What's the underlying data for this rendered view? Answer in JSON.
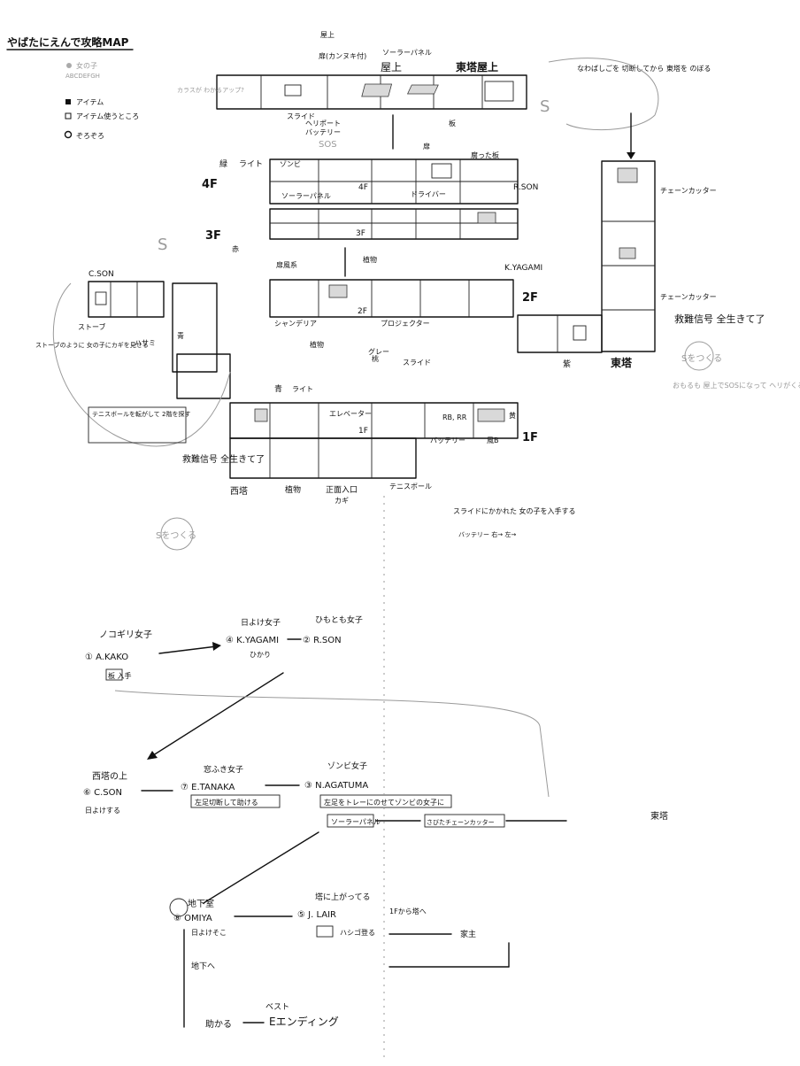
{
  "title": "やばたにえんで攻略MAP",
  "legend": {
    "girl": "女の子",
    "letters": "ABCDEFGH",
    "item": "アイテム",
    "item_place": "アイテム使うところ",
    "zombie": "ぞろぞろ"
  },
  "floors": {
    "rooftop": "屋上",
    "east_rooftop": "東塔屋上",
    "f4": "4F",
    "f3": "3F",
    "f2": "2F",
    "f1": "1F",
    "west_tower": "西塔",
    "east_tower": "東塔",
    "plants": "植物",
    "front_entrance": "正面入口"
  },
  "map_labels": {
    "roof_door": "扉(カンヌキ付)",
    "solar_panel": "ソーラーパネル",
    "heliport": "ヘリポート",
    "battery": "バッテリー",
    "sos": "SOS",
    "slide": "スライド",
    "board": "板",
    "rotten_board": "腐った板",
    "door": "扉",
    "light": "ライト",
    "zombie_room": "ゾンビ",
    "driver": "ドライバー",
    "key": "カギ",
    "projector": "プロジェクター",
    "chandelier": "シャンデリア",
    "elevator": "エレベーター",
    "chain_cutter": "チェーンカッター",
    "rescue": "救難信号 全生きて了",
    "s_left": "S",
    "s_right": "S",
    "tennis_ball": "テニスボール",
    "r_son": "R.SON",
    "k_yagami": "K.YAGAMI",
    "c_son": "C.SON",
    "stove": "ストーブ",
    "scissors": "ハサミ",
    "partition": "扉風系",
    "rb": "RB, RR",
    "wind_b": "風B",
    "green": "緑",
    "blue": "青",
    "red": "赤",
    "yellow": "黄",
    "purple": "紫",
    "gray": "グレー",
    "pink": "桃",
    "s_go": "Sをつくる",
    "s_go_east": "Sをつくる",
    "east_note": "おもるも 屋上でSOSになって ヘリがくる",
    "rescue_sub": "救難信号 全生きて了",
    "note_stove": "ストーブのように 女の子にカギを見せる",
    "note_tennis": "テニスボールを転がして 2階を探す",
    "note_slide": "スライドにかかれた 女の子を入手する",
    "note_battery": "バッテリー 右→ 左→",
    "note_left_top": "カラスが わかるアップ?",
    "note_roof_right": "なわばしごを 切断してから 東塔を のぼる"
  },
  "flow": {
    "group_left": "ノコギリ女子",
    "a_kako": "① A.KAKO",
    "a_item": "板 入手",
    "group_mid_top": "日よけ女子",
    "k_yagami": "④ K.YAGAMI",
    "r_son": "② R.SON",
    "group_mid_top2": "ひもとも女子",
    "hikari": "ひかり",
    "west_top": "西塔の上",
    "c_son": "⑥ C.SON",
    "c_son_notes": "日よけする",
    "group_tanaka": "窓ふき女子",
    "e_tanaka": "⑦ E.TANAKA",
    "tanaka_note": "左足切断して助ける",
    "group_agatuma": "ゾンビ女子",
    "n_agatuma": "③ N.AGATUMA",
    "agatuma_note": "左足をトレーにのせてゾンビの女子に",
    "solar": "ソーラーパネル",
    "chain": "さびたチェーンカッター",
    "east_tower": "東塔",
    "basement": "地下室",
    "omiya": "⑧ OMIYA",
    "omiya_note": "日よけそこ",
    "basement_next": "地下へ",
    "group_tower": "塔に上がってる",
    "j_lair": "⑤ J. LAIR",
    "lair_note": "ハシゴ登る",
    "lair_next": "1Fから塔へ",
    "house_lord": "家主",
    "ending_text": "Eエンディング",
    "best": "ベスト",
    "save": "助かる"
  }
}
